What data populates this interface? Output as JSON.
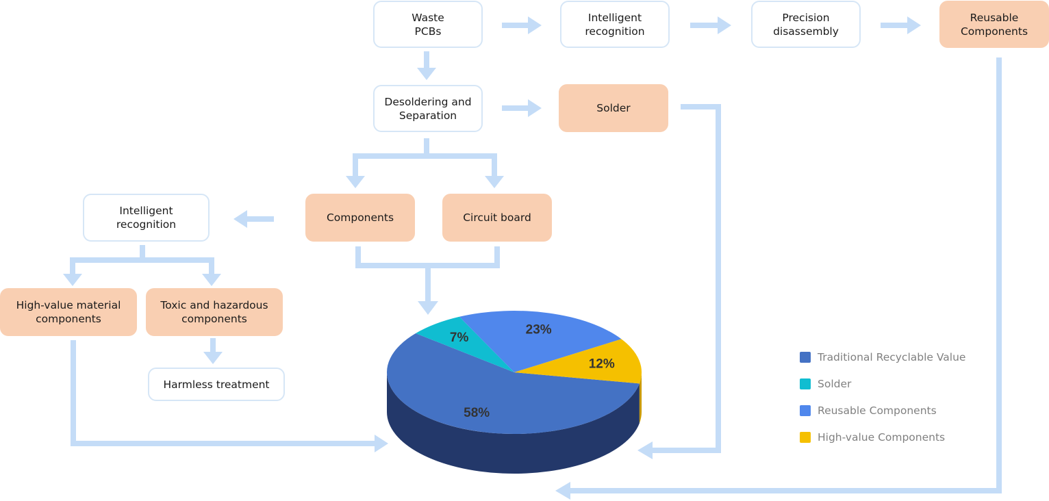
{
  "nodes": {
    "waste_pcbs": "Waste\nPCBs",
    "intelligent_recognition_top": "Intelligent\nrecognition",
    "precision_disassembly": "Precision\ndisassembly",
    "reusable_components": "Reusable\nComponents",
    "desoldering_separation": "Desoldering and\nSeparation",
    "solder": "Solder",
    "components": "Components",
    "circuit_board": "Circuit board",
    "intelligent_recognition_left": "Intelligent\nrecognition",
    "high_value_material": "High-value material\ncomponents",
    "toxic_hazardous": "Toxic and hazardous\ncomponents",
    "harmless_treatment": "Harmless treatment"
  },
  "colors": {
    "arrow": "#c4dcf7",
    "process_border": "#d6e6f6",
    "output_fill": "#f9cfb2"
  },
  "chart_data": {
    "type": "pie",
    "style": "3d",
    "title": "",
    "slices": [
      {
        "label": "Traditional Recyclable Value",
        "value": 58,
        "data_label": "58%",
        "color": "#4472c4",
        "side_color": "#23386a"
      },
      {
        "label": "Solder",
        "value": 7,
        "data_label": "7%",
        "color": "#10bdd1",
        "side_color": "#0b6d7a"
      },
      {
        "label": "Reusable Components",
        "value": 23,
        "data_label": "23%",
        "color": "#5087ec",
        "side_color": "#4f85eb"
      },
      {
        "label": "High-value Components",
        "value": 12,
        "data_label": "12%",
        "color": "#f5c000",
        "side_color": "#c99a00"
      }
    ],
    "legend_position": "right"
  }
}
